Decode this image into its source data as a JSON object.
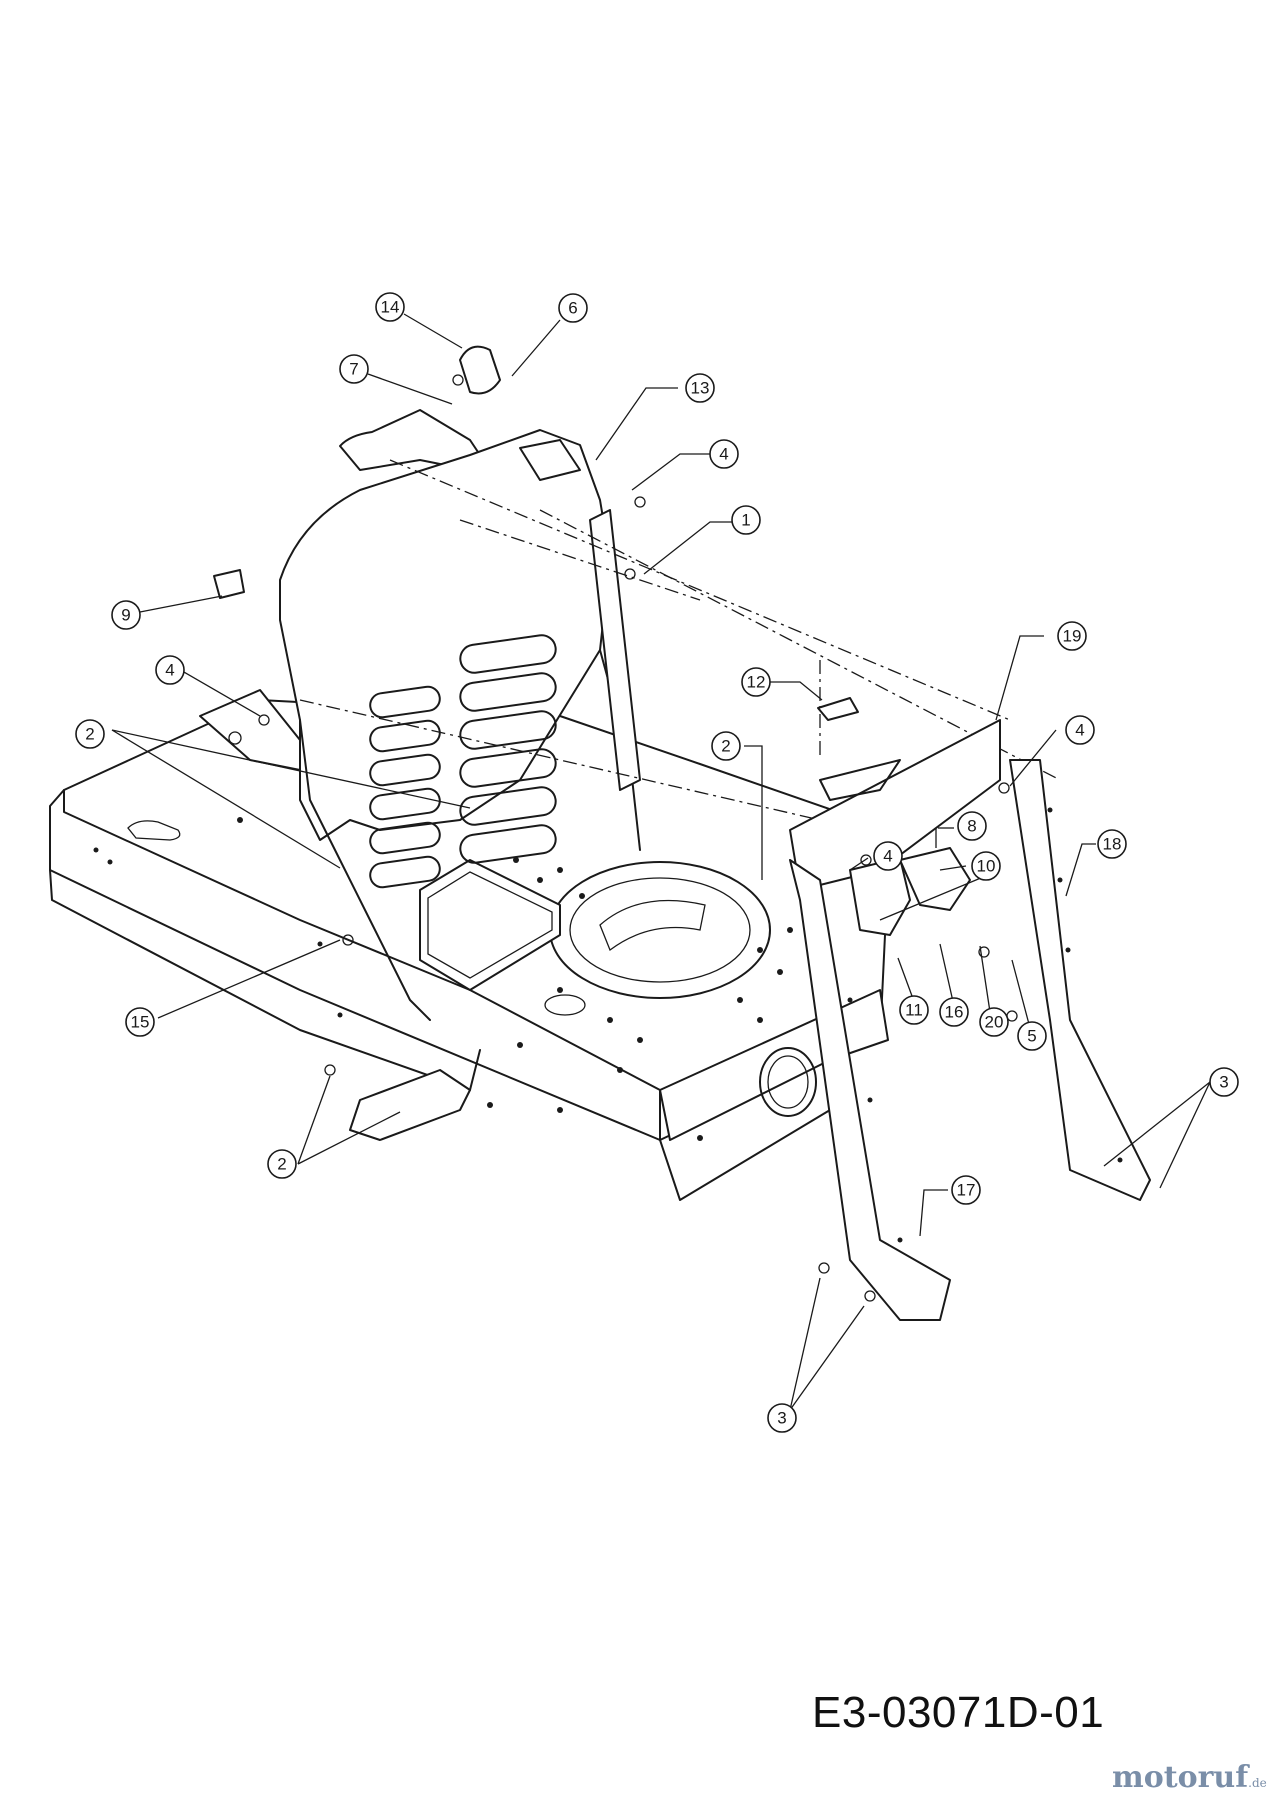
{
  "diagram": {
    "document_code": "E3-03071D-01",
    "watermark": {
      "name": "motoruf",
      "tld": ".de"
    },
    "callouts": [
      "14",
      "6",
      "7",
      "13",
      "4",
      "1",
      "9",
      "4",
      "12",
      "19",
      "4",
      "2",
      "2",
      "8",
      "18",
      "4",
      "10",
      "15",
      "11",
      "16",
      "20",
      "5",
      "3",
      "2",
      "17",
      "3"
    ]
  }
}
